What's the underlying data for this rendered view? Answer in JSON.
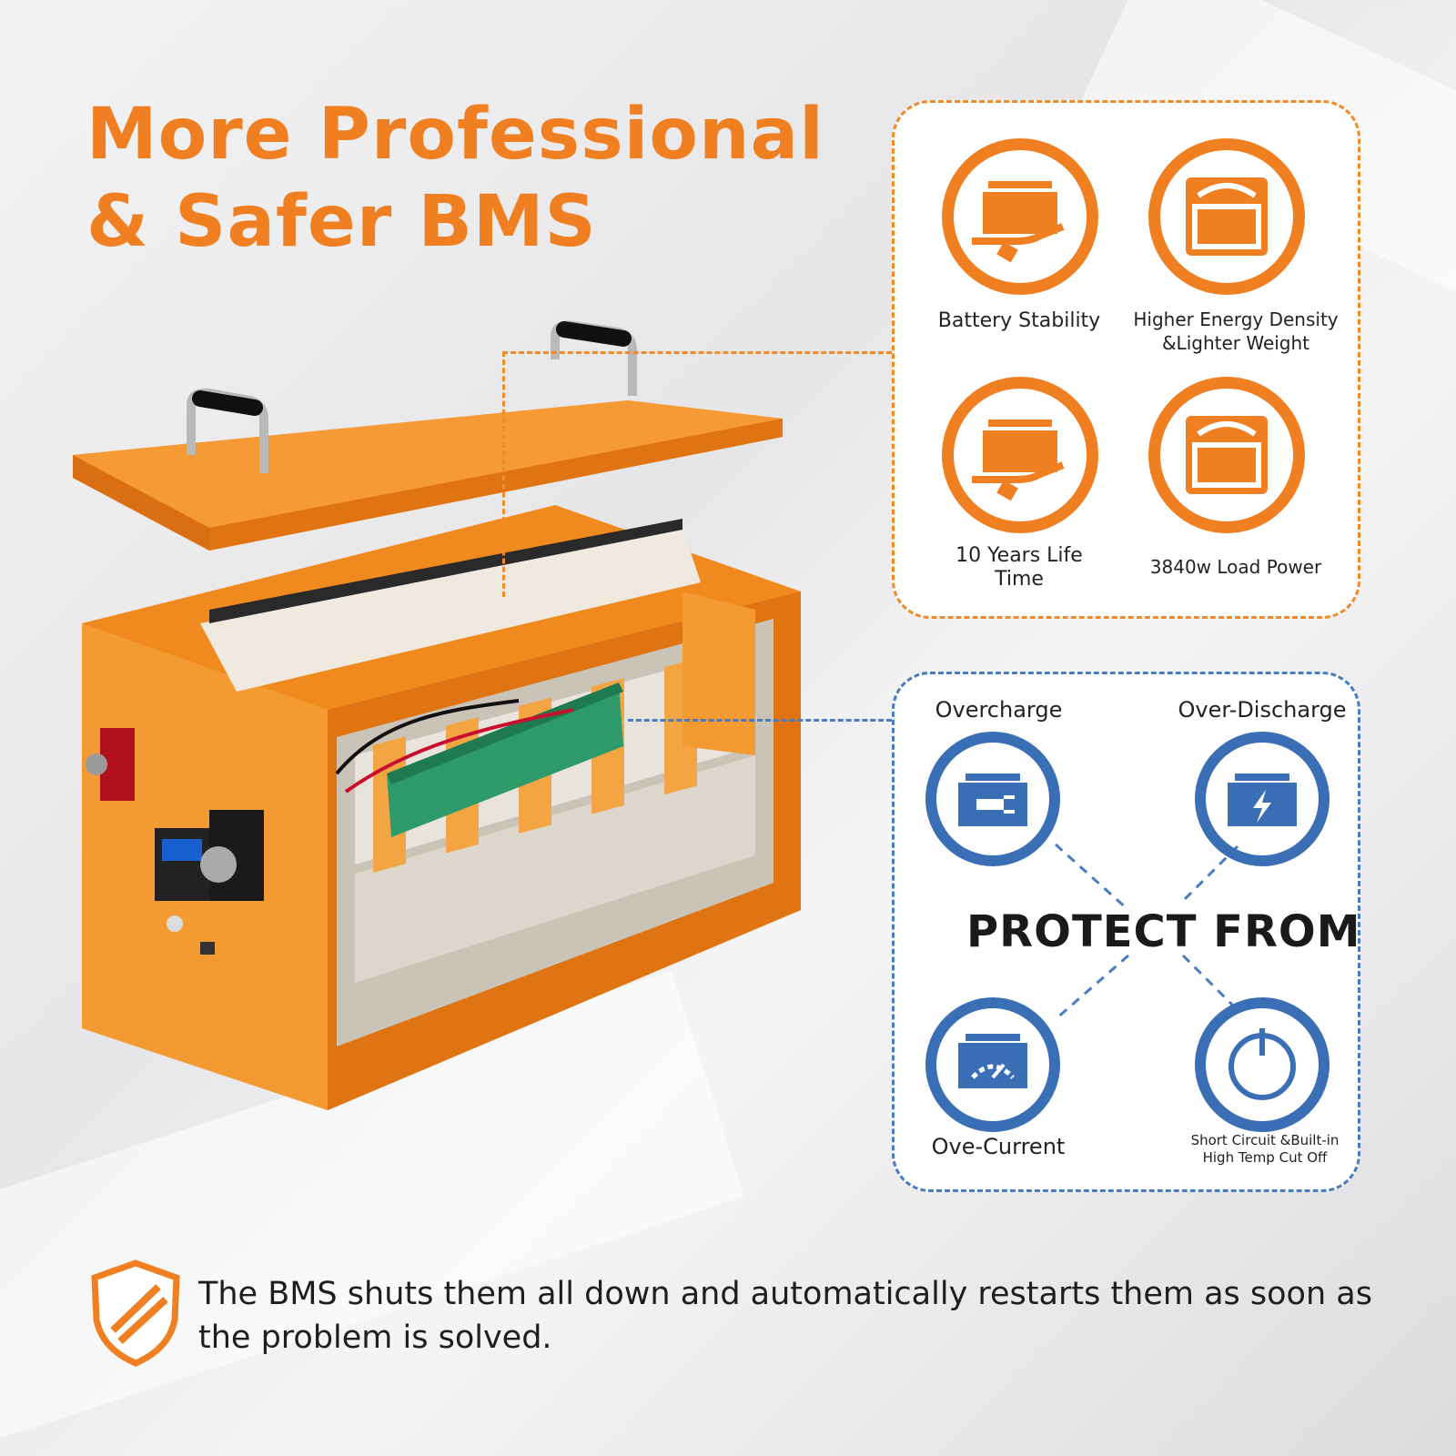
{
  "headline": {
    "line1": "More Professional",
    "line2": "& Safer BMS"
  },
  "features": [
    {
      "label": "Battery Stability",
      "icon": "battery-hand-icon"
    },
    {
      "label": "Higher Energy Density &Lighter Weight",
      "icon": "weighing-scale-icon"
    },
    {
      "label": "10 Years Life Time",
      "icon": "battery-hand-icon"
    },
    {
      "label": "3840w Load Power",
      "icon": "weighing-scale-icon"
    }
  ],
  "protection": {
    "title": "PROTECT FROM",
    "items": [
      {
        "label": "Overcharge",
        "icon": "battery-plug-icon"
      },
      {
        "label": "Over-Discharge",
        "icon": "battery-bolt-icon"
      },
      {
        "label": "Ove-Current",
        "icon": "battery-gauge-icon"
      },
      {
        "label": "Short Circuit &Built-in High Temp Cut Off",
        "icon": "power-icon"
      }
    ]
  },
  "footer": {
    "text": "The BMS shuts them all down and automatically restarts them as soon as the problem is solved.",
    "icon": "shield-icon"
  },
  "colors": {
    "brand_orange": "#f07f22",
    "protect_blue": "#3a6fb5"
  }
}
